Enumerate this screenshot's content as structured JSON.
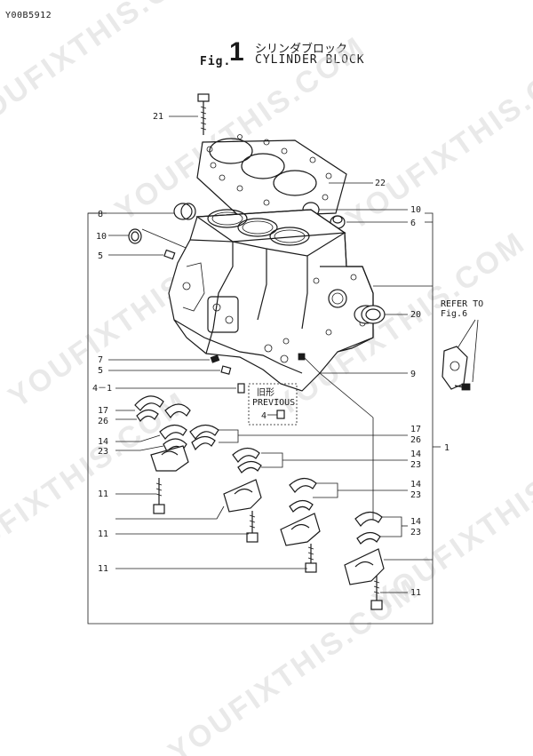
{
  "document_code": "Y00B5912",
  "figure": {
    "prefix": "Fig.",
    "number": "1",
    "title_jp": "シリンダブロック",
    "title_en": "CYLINDER BLOCK"
  },
  "callouts": {
    "c21": "21",
    "c22": "22",
    "c8": "8",
    "c10a": "10",
    "c10b": "10",
    "c6": "6",
    "c5a": "5",
    "c20": "20",
    "c7": "7",
    "c5b": "5",
    "c9": "9",
    "c4_1": "4－1",
    "c17a": "17",
    "c26a": "26",
    "c14a": "14",
    "c23a": "23",
    "c17b": "17",
    "c26b": "26",
    "c14b": "14",
    "c23b": "23",
    "c1": "1",
    "c14c": "14",
    "c23c": "23",
    "c11a": "11",
    "c14d": "14",
    "c23d": "23",
    "c11b": "11",
    "c11c": "11",
    "c11d": "11"
  },
  "refer_to": {
    "line1": "REFER TO",
    "line2": "Fig.6"
  },
  "previous_box": {
    "jp": "旧形",
    "en": "PREVIOUS",
    "item": "4"
  },
  "watermarks": {
    "w1": "YOUFIXTHIS.COM",
    "w2": "YOUFIXTHIS.COM",
    "w3": "YOUFIXTHIS.COM",
    "w4": "YOUFIXTHIS.COM",
    "w5": "YOUFIXTHIS.COM",
    "w6": "YOUFIXTHIS.COM",
    "w7": "YOUFIXTHIS.COM",
    "w8": "YOUFIXTHIS.COM"
  }
}
